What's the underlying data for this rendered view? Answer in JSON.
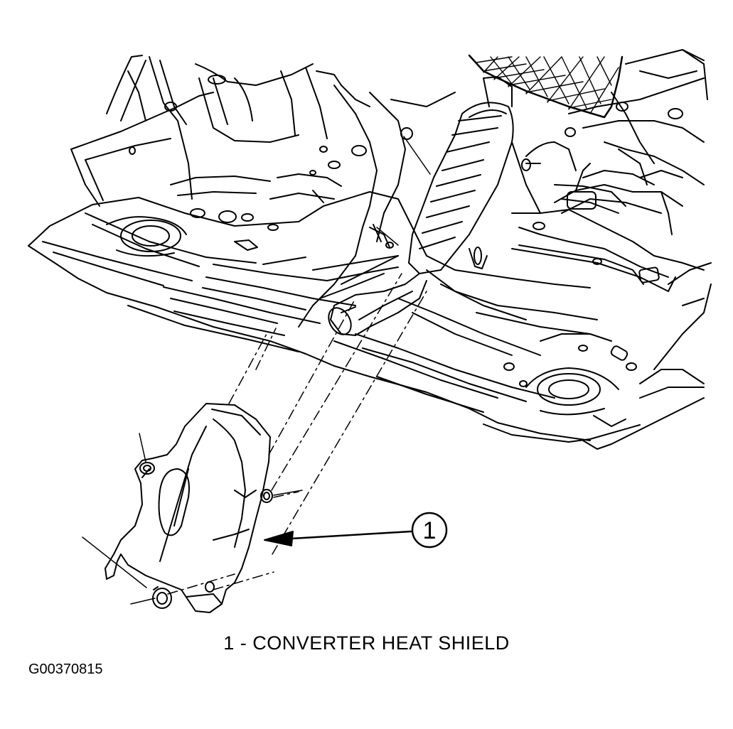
{
  "callout": {
    "number": "1"
  },
  "caption": {
    "text": "1 - CONVERTER HEAT SHIELD"
  },
  "figure_id": "G00370815",
  "colors": {
    "ink": "#000000",
    "paper": "#ffffff"
  }
}
